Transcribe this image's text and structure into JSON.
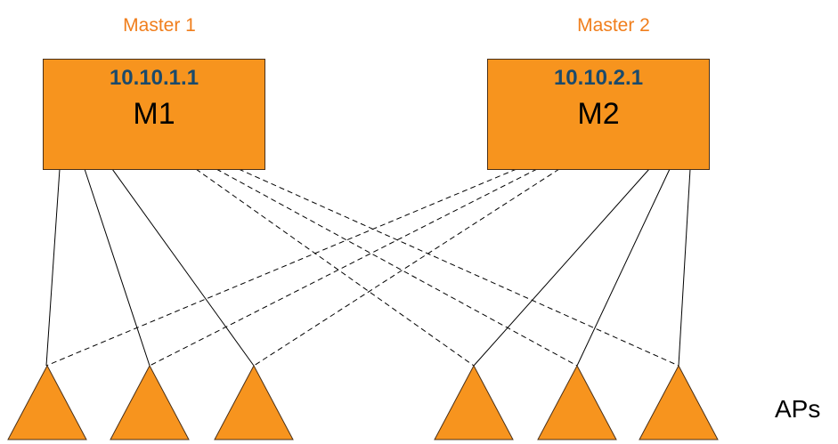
{
  "masters": [
    {
      "caption": "Master 1",
      "ip": "10.10.1.1",
      "name": "M1"
    },
    {
      "caption": "Master 2",
      "ip": "10.10.2.1",
      "name": "M2"
    }
  ],
  "ap_label": "APs",
  "ap_count": 6,
  "links": {
    "solid": [
      {
        "master": 1,
        "ap": 1
      },
      {
        "master": 1,
        "ap": 2
      },
      {
        "master": 1,
        "ap": 3
      },
      {
        "master": 2,
        "ap": 4
      },
      {
        "master": 2,
        "ap": 5
      },
      {
        "master": 2,
        "ap": 6
      }
    ],
    "dashed": [
      {
        "master": 2,
        "ap": 1
      },
      {
        "master": 2,
        "ap": 2
      },
      {
        "master": 2,
        "ap": 3
      },
      {
        "master": 1,
        "ap": 4
      },
      {
        "master": 1,
        "ap": 5
      },
      {
        "master": 1,
        "ap": 6
      }
    ]
  },
  "colors": {
    "node_fill": "#f7941e",
    "caption": "#f07e1c",
    "ip_text": "#1b4a6b",
    "line": "#000000"
  }
}
